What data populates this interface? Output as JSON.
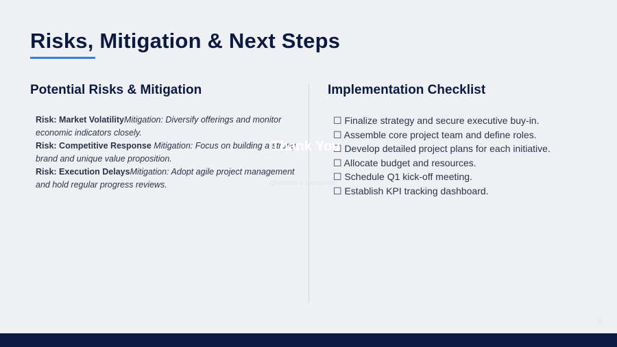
{
  "title": "Risks, Mitigation & Next Steps",
  "colors": {
    "navy": "#0b1a40",
    "accent": "#3b7be0",
    "background": "#eff0f4"
  },
  "left": {
    "heading": "Potential Risks & Mitigation",
    "risks": [
      {
        "risk": "Risk: Market Volatility",
        "mitigation": "Mitigation: Diversify offerings and monitor economic indicators closely."
      },
      {
        "risk": "Risk: Competitive Response",
        "mitigation": "Mitigation: Focus on building a strong brand and unique value proposition."
      },
      {
        "risk": "Risk: Execution Delays",
        "mitigation": "Mitigation: Adopt agile project management and hold regular progress reviews."
      }
    ]
  },
  "right": {
    "heading": "Implementation Checklist",
    "items": [
      "☐ Finalize strategy and secure executive buy-in.",
      "☐ Assemble core project team and define roles.",
      "☐ Develop detailed project plans for each initiative.",
      "☐ Allocate budget and resources.",
      "☐ Schedule Q1 kick-off meeting.",
      "☐ Establish KPI tracking dashboard."
    ]
  },
  "overlay": {
    "thank_you": "Thank You",
    "subtitle": "Questions & Discussion"
  },
  "page_number": "8"
}
